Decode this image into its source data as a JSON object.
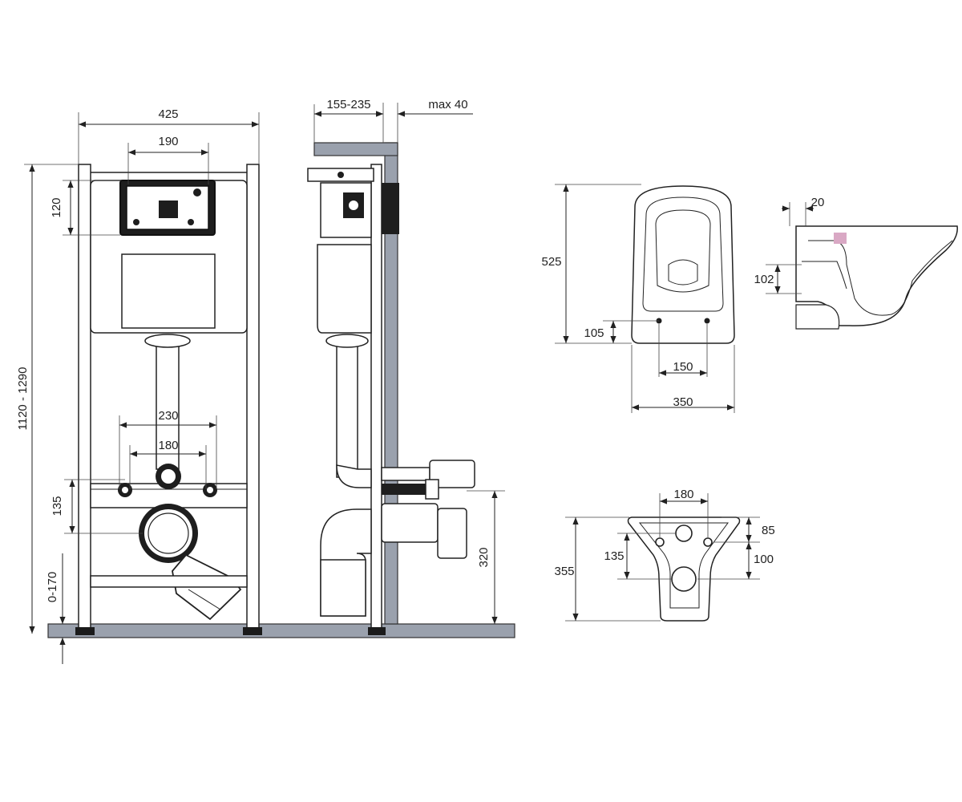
{
  "front_view": {
    "width_total": "425",
    "width_panel": "190",
    "height_panel": "120",
    "height_range": "1120 - 1290",
    "width_studs": "230",
    "width_inner": "180",
    "height_studs": "135",
    "floor_range": "0-170"
  },
  "side_view": {
    "depth_range": "155-235",
    "depth_max": "max 40",
    "outlet_height": "320"
  },
  "bowl_top": {
    "length": "525",
    "hole_offset": "105",
    "hole_spacing": "150",
    "width": "350"
  },
  "bowl_side": {
    "rim": "20",
    "outlet_height": "102"
  },
  "bowl_back": {
    "hole_spacing": "180",
    "upper_offset": "85",
    "bolt_offset": "135",
    "outlet_offset": "100",
    "height": "355"
  }
}
